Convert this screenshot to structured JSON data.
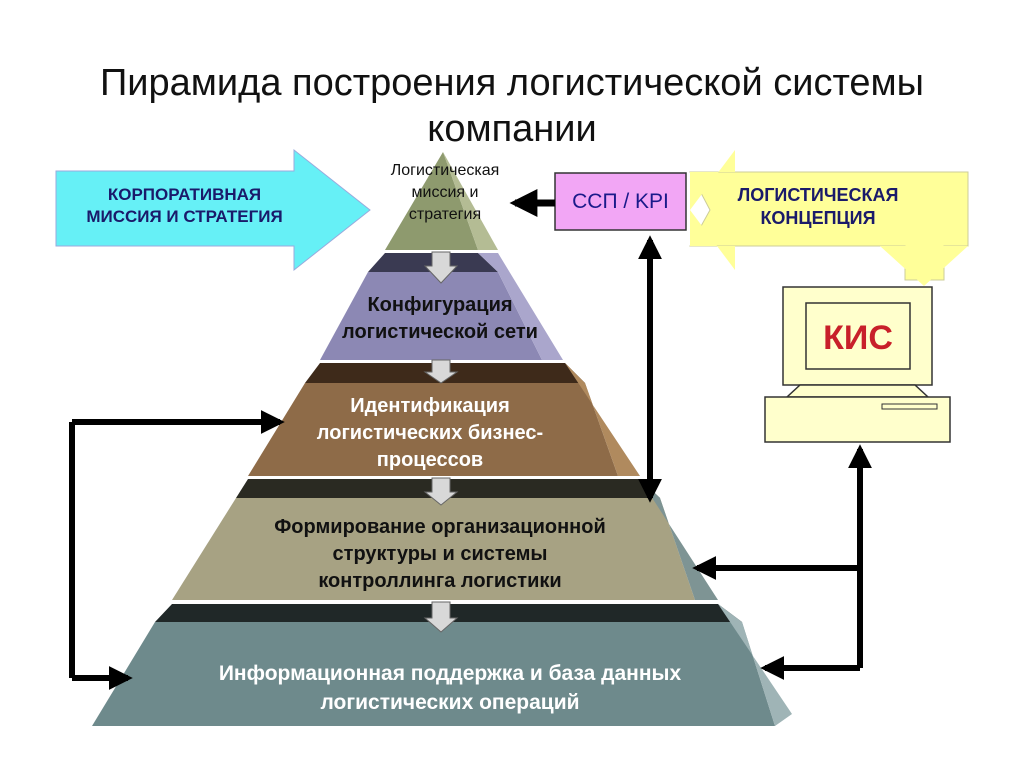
{
  "title": {
    "line1": "Пирамида построения логистической системы",
    "line2": "компании"
  },
  "pyramid": {
    "level1": [
      "Логистическая",
      "миссия и",
      "стратегия"
    ],
    "level2": [
      "Конфигурация",
      "логистической сети"
    ],
    "level3": [
      "Идентификация",
      "логистических бизнес-",
      "процессов"
    ],
    "level4": [
      "Формирование организационной",
      "структуры и системы",
      "контроллинга логистики"
    ],
    "level5": [
      "Информационная поддержка и база данных",
      "логистических операций"
    ]
  },
  "left_arrow": [
    "КОРПОРАТИВНАЯ",
    "МИССИЯ И СТРАТЕГИЯ"
  ],
  "ssp_box": "ССП / KPI",
  "right_arrow": [
    "ЛОГИСТИЧЕСКАЯ",
    "КОНЦЕПЦИЯ"
  ],
  "computer": {
    "label": "КИС"
  },
  "colors": {
    "level1": "#8e9a6e",
    "level2": "#8c88b4",
    "level3": "#8e6b48",
    "level4": "#a7a283",
    "level5": "#6e8a8c",
    "cyan_arrow": "#66f0f6",
    "yellow_arrow": "#ffff99",
    "ssp_fill": "#f2a6f5",
    "kis_text": "#c8202a"
  }
}
